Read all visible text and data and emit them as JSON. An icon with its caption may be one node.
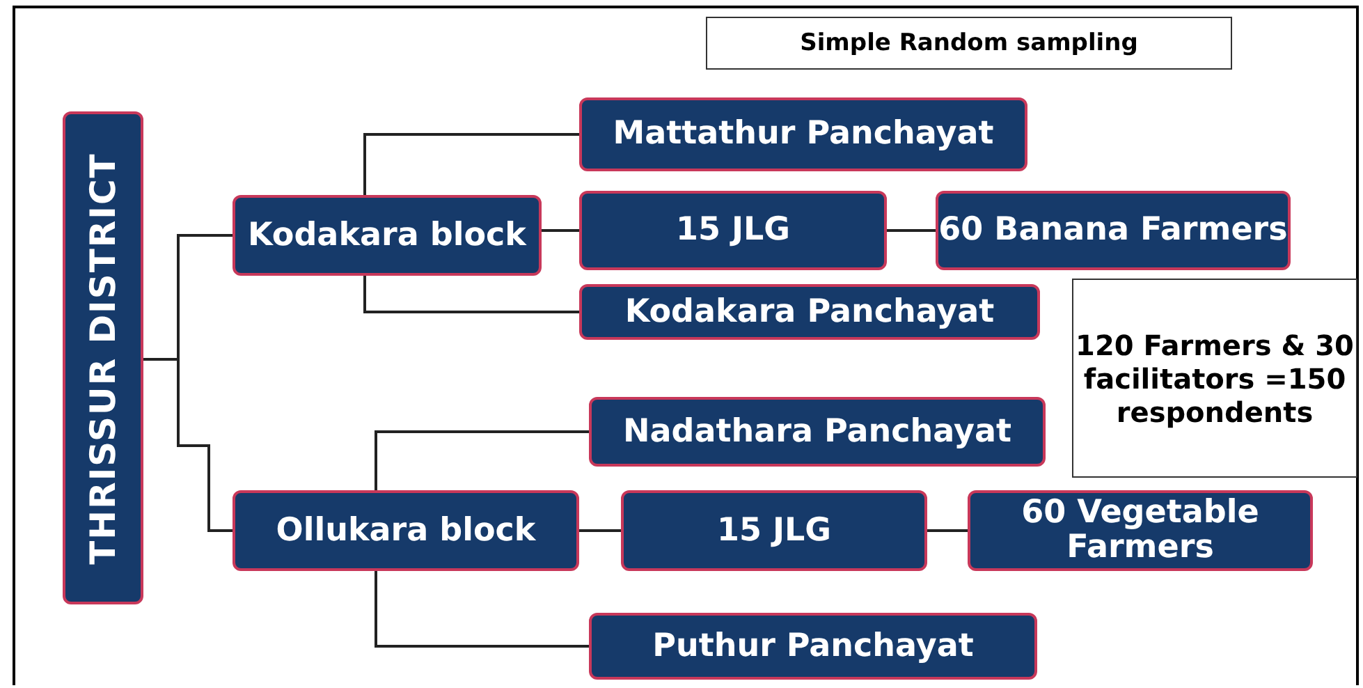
{
  "diagram": {
    "nodes": [
      {
        "text": [
          "Simple Random sampling"
        ]
      },
      {
        "text": [
          "THRISSUR DISTRICT"
        ]
      },
      {
        "text": [
          "Mattathur Panchayat"
        ]
      },
      {
        "text": [
          "Kodakara block"
        ]
      },
      {
        "text": [
          "15 JLG"
        ]
      },
      {
        "text": [
          "60 Banana Farmers"
        ]
      },
      {
        "text": [
          "Kodakara Panchayat"
        ]
      },
      {
        "text": [
          "120 Farmers & 30 facilitators =150 respondents"
        ]
      },
      {
        "text": [
          "Nadathara Panchayat"
        ]
      },
      {
        "text": [
          "Ollukara block"
        ]
      },
      {
        "text": [
          "15 JLG"
        ]
      },
      {
        "text": [
          "60 Vegetable Farmers"
        ]
      },
      {
        "text": [
          "Puthur Panchayat"
        ]
      }
    ],
    "edges": [
      {
        "from": 1,
        "to": 3,
        "arrow": "none"
      },
      {
        "from": 1,
        "to": 9,
        "arrow": "none"
      },
      {
        "from": 3,
        "to": 2,
        "arrow": "none"
      },
      {
        "from": 3,
        "to": 4,
        "arrow": "none"
      },
      {
        "from": 3,
        "to": 6,
        "arrow": "none"
      },
      {
        "from": 4,
        "to": 5,
        "arrow": "none"
      },
      {
        "from": 9,
        "to": 8,
        "arrow": "none"
      },
      {
        "from": 9,
        "to": 10,
        "arrow": "none"
      },
      {
        "from": 9,
        "to": 12,
        "arrow": "none"
      },
      {
        "from": 10,
        "to": 11,
        "arrow": "none"
      }
    ]
  }
}
